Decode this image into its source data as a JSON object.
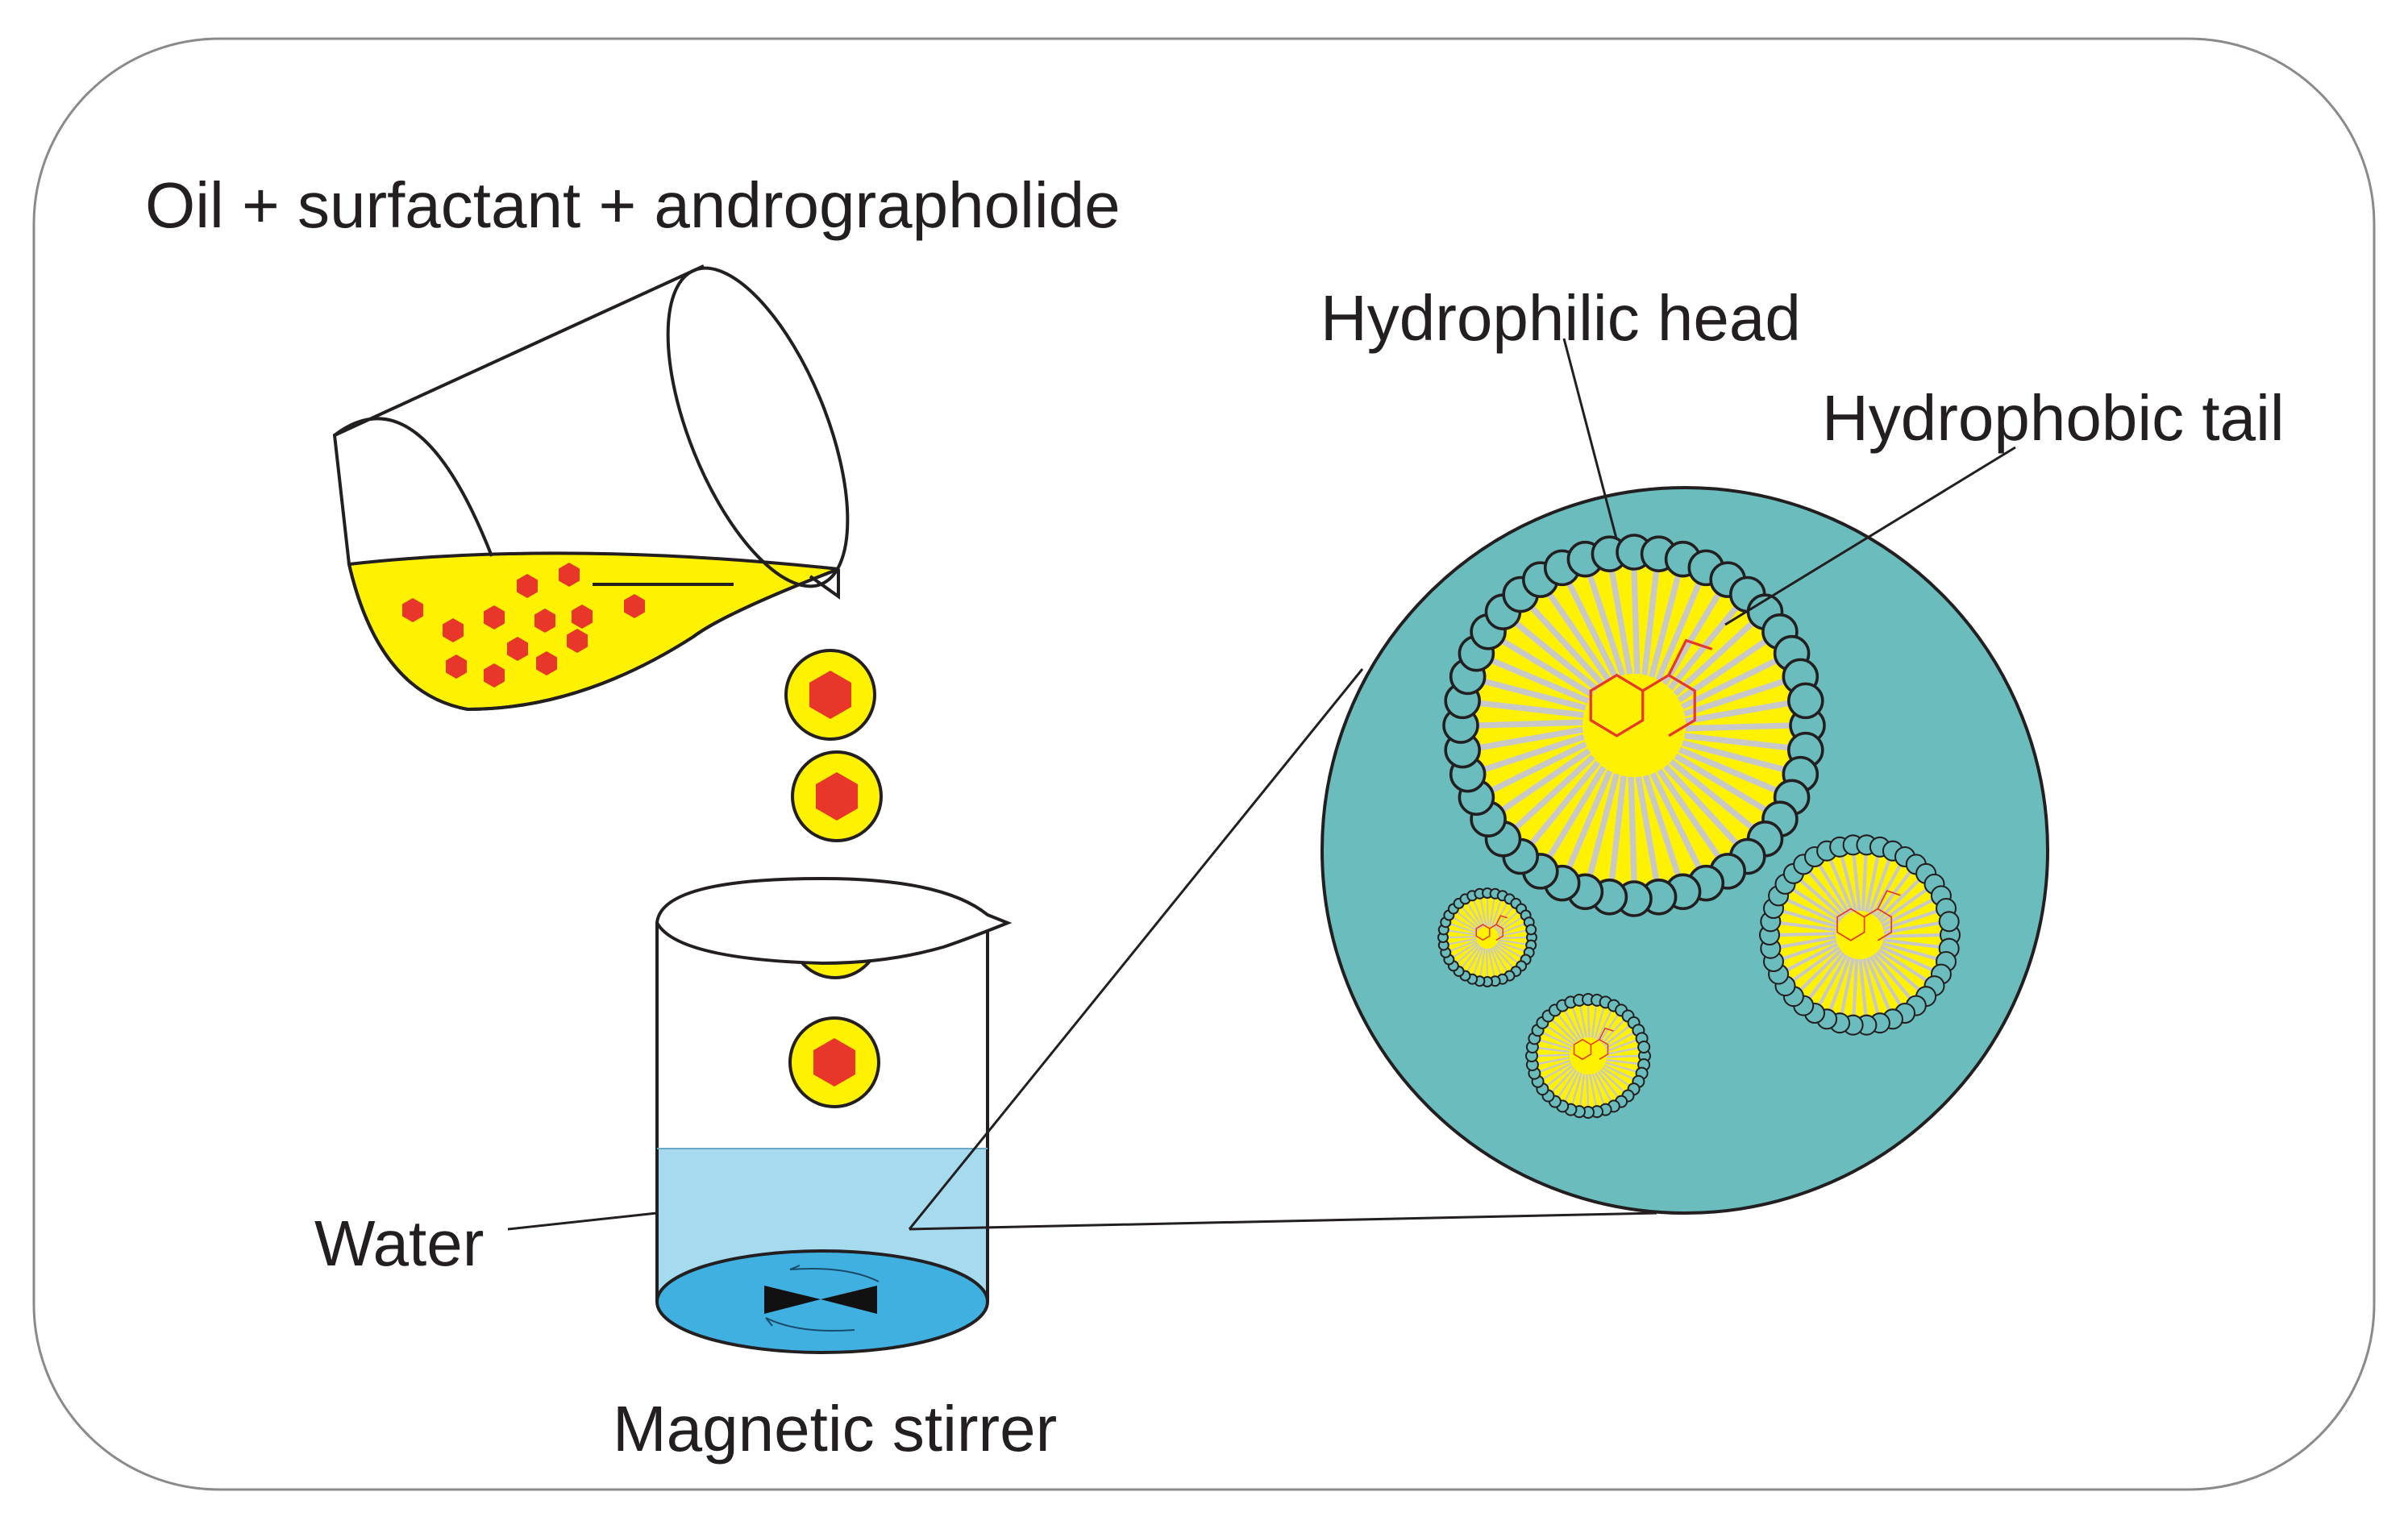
{
  "labels": {
    "title": "Oil + surfactant + andrographolide",
    "hydrophilic_head": "Hydrophilic head",
    "hydrophobic_tail": "Hydrophobic tail",
    "water": "Water",
    "magnetic_stirrer": "Magnetic stirrer"
  },
  "colors": {
    "oil": "#fff200",
    "drug": "#e8362a",
    "water": "#a6dbef",
    "water_bottom": "#3fb0e0",
    "continuous_phase": "#6bbdbd",
    "outline": "#231f20",
    "tail": "#c8c8c8"
  }
}
